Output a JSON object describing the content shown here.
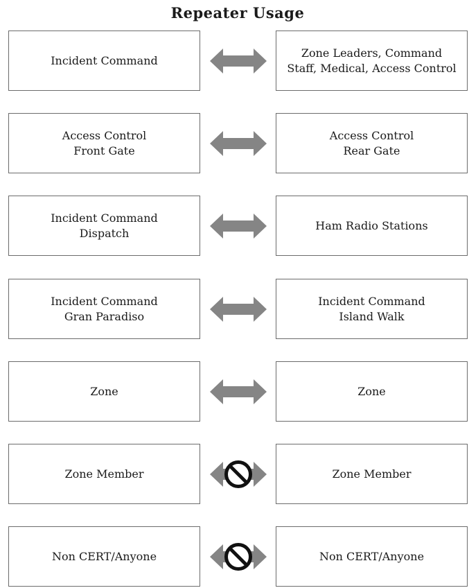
{
  "title": "Repeater Usage",
  "colors": {
    "arrow": "#858585",
    "prohibited": "#111111",
    "border": "#6b6b6b"
  },
  "rows": [
    {
      "left": "Incident Command",
      "right": "Zone Leaders, Command\nStaff, Medical, Access Control",
      "connector": "double-arrow-icon"
    },
    {
      "left": "Access Control\nFront Gate",
      "right": "Access Control\nRear Gate",
      "connector": "double-arrow-icon"
    },
    {
      "left": "Incident Command\nDispatch",
      "right": "Ham Radio Stations",
      "connector": "double-arrow-icon"
    },
    {
      "left": "Incident Command\nGran Paradiso",
      "right": "Incident Command\nIsland Walk",
      "connector": "double-arrow-icon"
    },
    {
      "left": "Zone",
      "right": "Zone",
      "connector": "double-arrow-icon"
    },
    {
      "left": "Zone Member",
      "right": "Zone Member",
      "connector": "prohibited-icon"
    },
    {
      "left": "Non CERT/Anyone",
      "right": "Non CERT/Anyone",
      "connector": "prohibited-icon"
    }
  ]
}
